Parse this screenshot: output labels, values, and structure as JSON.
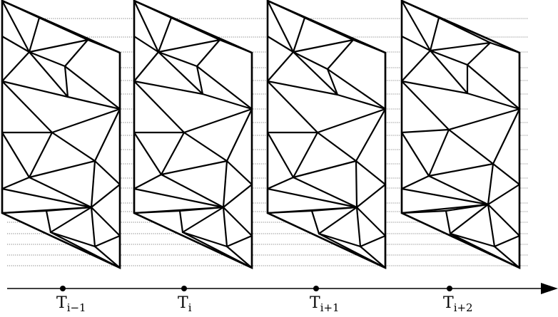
{
  "time_axis": {
    "ticks": [
      {
        "base": "T",
        "sub": "i−1"
      },
      {
        "base": "T",
        "sub": "i"
      },
      {
        "base": "T",
        "sub": "i+1"
      },
      {
        "base": "T",
        "sub": "i+2"
      }
    ]
  },
  "meshes": [
    {
      "name": "mesh-t-i-minus-1"
    },
    {
      "name": "mesh-t-i"
    },
    {
      "name": "mesh-t-i-plus-1"
    },
    {
      "name": "mesh-t-i-plus-2"
    }
  ]
}
